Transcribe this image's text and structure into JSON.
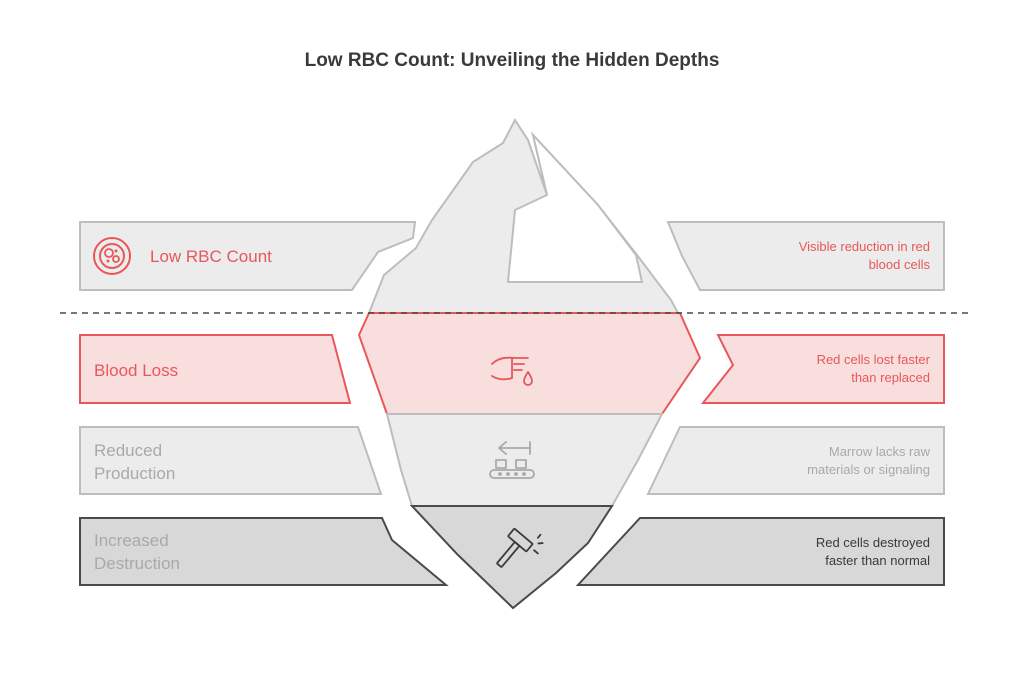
{
  "title": "Low RBC Count: Unveiling the Hidden Depths",
  "colors": {
    "accent": "#e8575a",
    "accent_fill": "#f9dede",
    "panel_fill": "#ececec",
    "panel_stroke": "#bdbdbd",
    "dark_fill": "#d8d8d8",
    "dark_stroke": "#4a4a4a",
    "muted_text": "#a9a9a9",
    "dark_text": "#3a3a3a"
  },
  "layers": [
    {
      "id": "visible",
      "label": "Low RBC Count",
      "description": [
        "Visible reduction in red",
        "blood cells"
      ],
      "icon": "blood-cells-icon"
    },
    {
      "id": "blood-loss",
      "label": "Blood Loss",
      "description": [
        "Red cells lost faster",
        "than replaced"
      ],
      "icon": "bleeding-finger-icon"
    },
    {
      "id": "reduced-production",
      "label": [
        "Reduced",
        "Production"
      ],
      "description": [
        "Marrow lacks raw",
        "materials or signaling"
      ],
      "icon": "conveyor-belt-icon"
    },
    {
      "id": "increased-destruction",
      "label": [
        "Increased",
        "Destruction"
      ],
      "description": [
        "Red cells destroyed",
        "faster than normal"
      ],
      "icon": "hammer-icon"
    }
  ]
}
